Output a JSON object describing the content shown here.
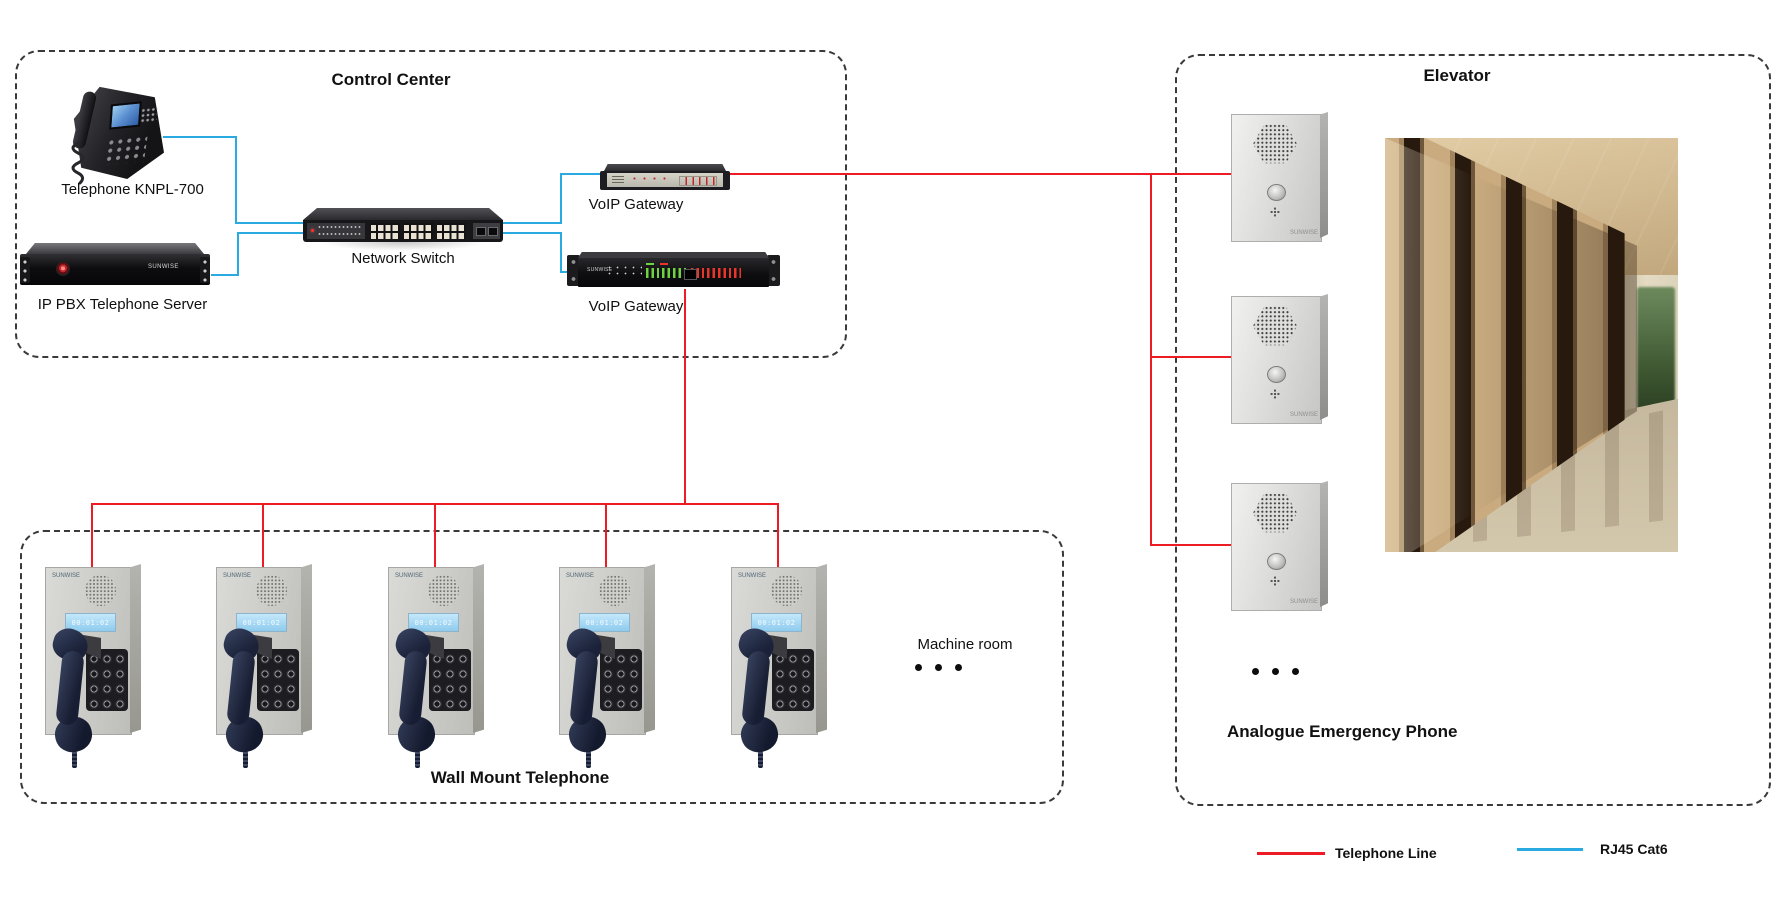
{
  "brand": {
    "name": "SUNWISE"
  },
  "control_center": {
    "title": "Control Center",
    "phone_label": "Telephone KNPL-700",
    "pbx_label": "IP PBX Telephone Server",
    "switch_label": "Network Switch",
    "gateway_top_label": "VoIP Gateway",
    "gateway_bottom_label": "VoIP Gateway"
  },
  "elevator": {
    "title": "Elevator",
    "analogue_label": "Analogue Emergency Phone"
  },
  "wall_zone": {
    "title": "Wall Mount Telephone",
    "machine_room_label": "Machine room",
    "lcd_text": "00:01:02"
  },
  "legend": {
    "telephone_line": {
      "label": "Telephone Line",
      "color": "#ed1c24"
    },
    "rj45": {
      "label": "RJ45 Cat6",
      "color": "#29abe2"
    }
  },
  "connections": [
    {
      "from": "Telephone KNPL-700",
      "to": "Network Switch",
      "type": "RJ45 Cat6"
    },
    {
      "from": "IP PBX Telephone Server",
      "to": "Network Switch",
      "type": "RJ45 Cat6"
    },
    {
      "from": "Network Switch",
      "to": "VoIP Gateway (desktop)",
      "type": "RJ45 Cat6"
    },
    {
      "from": "Network Switch",
      "to": "VoIP Gateway (rack)",
      "type": "RJ45 Cat6"
    },
    {
      "from": "VoIP Gateway (desktop)",
      "to": "Analogue Emergency Phones in Elevator",
      "type": "Telephone Line"
    },
    {
      "from": "VoIP Gateway (rack)",
      "to": "Wall Mount Telephones",
      "type": "Telephone Line"
    }
  ]
}
